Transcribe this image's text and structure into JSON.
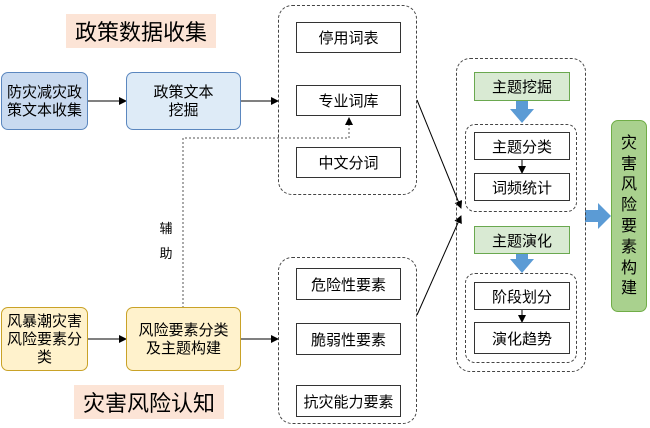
{
  "titles": {
    "policy_collection": "政策数据收集",
    "risk_cognition": "灾害风险认知"
  },
  "sources": {
    "policy_docs": "防灾减灾政策文本收集",
    "storm_surge": "风暴潮灾害风险要素分类"
  },
  "processes": {
    "text_mining": "政策文本挖掘",
    "risk_classification": "风险要素分类及主题构建"
  },
  "text_tools": [
    "停用词表",
    "专业词库",
    "中文分词"
  ],
  "risk_elements": [
    "危险性要素",
    "脆弱性要素",
    "抗灾能力要素"
  ],
  "assist_label": "辅助",
  "topic_analysis": {
    "mining": "主题挖掘",
    "classification": "主题分类",
    "word_freq": "词频统计",
    "evolution": "主题演化",
    "stage_division": "阶段划分",
    "evolution_trend": "演化趋势"
  },
  "result": "灾害风险要素构建",
  "colors": {
    "blue_fill": "#c9daf0",
    "yellow_fill": "#fff2cc",
    "green_fill": "#d9ead3",
    "title_fill": "#fce4d6",
    "arrow_blue": "#5b9bd5"
  }
}
